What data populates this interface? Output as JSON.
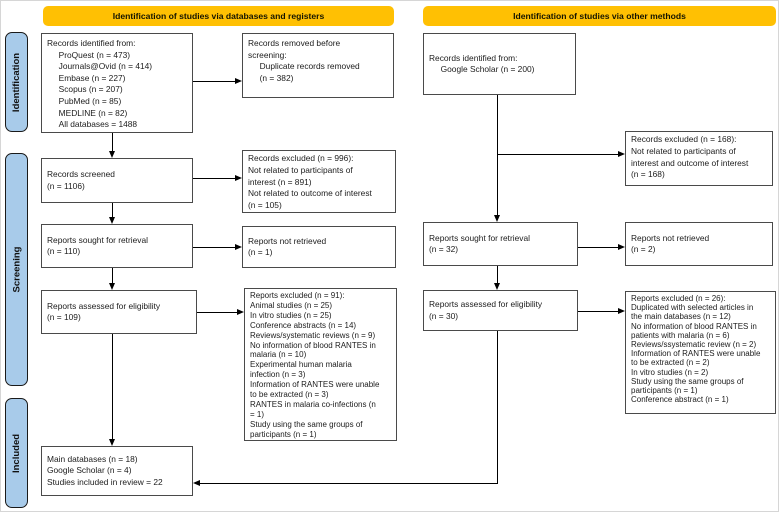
{
  "headers": {
    "databases": "Identification of studies via databases and registers",
    "other": "Identification of studies via other methods"
  },
  "sidebar": {
    "items": [
      "Identification",
      "Screening",
      "Included"
    ]
  },
  "colors": {
    "header_bg": "#FFC003",
    "ribbon_bg": "#A8CBEA",
    "box_border": "#4a4a4a",
    "line": "#000000"
  },
  "boxes": {
    "db_identified": [
      "Records identified from:",
      "     ProQuest (n = 473)",
      "     Journals@Ovid (n = 414)",
      "     Embase (n = 227)",
      "     Scopus (n = 207)",
      "     PubMed (n = 85)",
      "     MEDLINE (n = 82)",
      "     All databases = 1488"
    ],
    "records_removed": [
      "Records removed before",
      "screening:",
      "     Duplicate records removed",
      "     (n = 382)"
    ],
    "records_screened": [
      "Records screened",
      "(n = 1106)"
    ],
    "records_excluded": [
      "Records excluded (n = 996):",
      "Not related to participants of",
      "interest (n = 891)",
      "Not related to outcome of interest",
      "(n = 105)"
    ],
    "reports_sought": [
      "Reports sought for retrieval",
      "(n = 110)"
    ],
    "reports_not_retrieved": [
      "Reports not retrieved",
      "(n = 1)"
    ],
    "reports_assessed": [
      "Reports assessed for eligibility",
      "(n = 109)"
    ],
    "reports_excluded": [
      "Reports excluded (n = 91):",
      "Animal studies (n = 25)",
      "In vitro studies (n = 25)",
      "Conference abstracts (n = 14)",
      "Reviews/systematic reviews (n = 9)",
      "No information of blood RANTES in",
      "malaria (n = 10)",
      "Experimental human malaria",
      "infection (n = 3)",
      "Information of RANTES were unable",
      "to be extracted (n = 3)",
      "RANTES in malaria co-infections (n",
      "= 1)",
      "Study using the same groups of",
      "participants (n = 1)"
    ],
    "included_studies": [
      "Main databases (n = 18)",
      "Google Scholar (n = 4)",
      "Studies included in review = 22"
    ],
    "other_identified": [
      "Records identified from:",
      "     Google Scholar (n = 200)"
    ],
    "other_records_excluded": [
      "Records excluded (n = 168):",
      "Not related to participants of",
      "interest and outcome of interest",
      "(n = 168)"
    ],
    "other_reports_sought": [
      "Reports sought for retrieval",
      "(n = 32)"
    ],
    "other_reports_not_retrieved": [
      "Reports not retrieved",
      "(n = 2)"
    ],
    "other_reports_assessed": [
      "Reports assessed for eligibility",
      "(n = 30)"
    ],
    "other_reports_excluded": [
      "Reports excluded (n = 26):",
      "Duplicated with selected articles in",
      "the main databases (n = 12)",
      "No information of blood RANTES in",
      "patients with malaria (n = 6)",
      "Reviews/ssystematic review (n = 2)",
      "Information of RANTES were unable",
      "to be extracted (n = 2)",
      "In vitro studies (n = 2)",
      "Study using the same groups of",
      "participants (n = 1)",
      "Conference abstract (n = 1)"
    ]
  }
}
